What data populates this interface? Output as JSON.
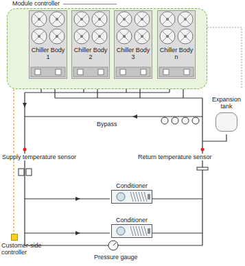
{
  "diagram": {
    "nodes": [
      {
        "text": [
          "Module controller"
        ]
      },
      {
        "text": [
          "Chiller Body 1"
        ],
        "in": 0
      },
      {
        "text": [
          "Chiller Body 2"
        ],
        "in": 0
      },
      {
        "text": [
          "Chiller Body 3"
        ],
        "in": 0
      },
      {
        "text": [
          "Chiller Body n"
        ],
        "in": 0
      },
      {
        "text": [
          "Expansion tank"
        ]
      },
      {
        "text": [
          "Conditioner"
        ]
      },
      {
        "text": [
          "Conditioner"
        ]
      },
      {
        "text": [
          "Customer-side controller"
        ]
      }
    ],
    "edges": [
      {
        "from": 0,
        "to": 8,
        "arrow": "none"
      }
    ],
    "labels": [
      "Bypass",
      "Supply temperature sensor",
      "Return temperature sensor",
      "Pressure gauge"
    ]
  }
}
